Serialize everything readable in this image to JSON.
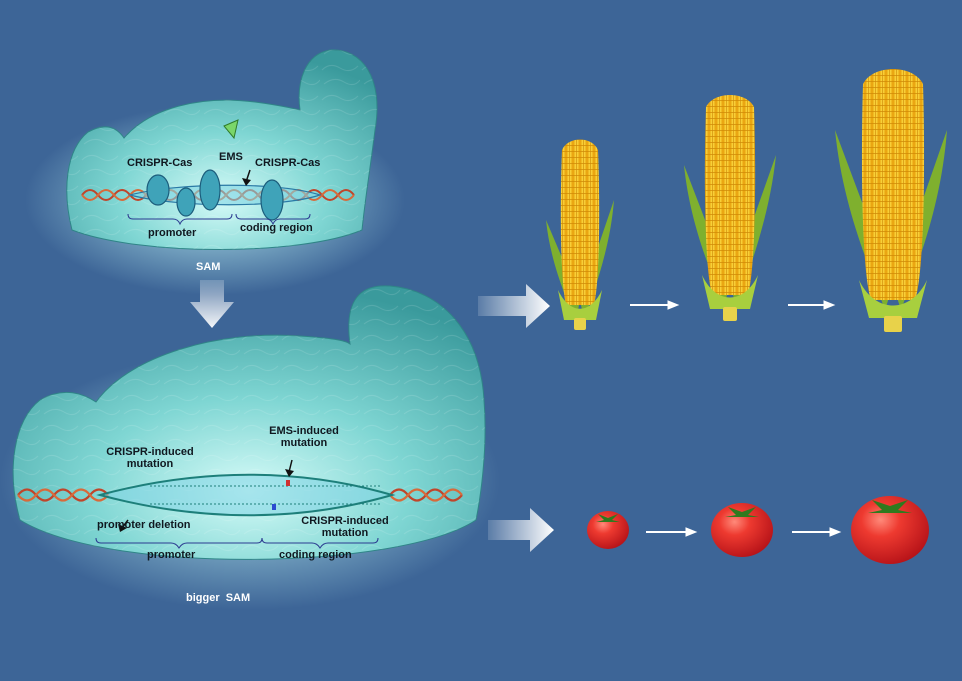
{
  "top_panel": {
    "crispr_cas_left": "CRISPR-Cas",
    "ems": "EMS",
    "crispr_cas_right": "CRISPR-Cas",
    "promoter": "promoter",
    "coding_region": "coding region",
    "caption": "SAM"
  },
  "bottom_panel": {
    "crispr_induced_mutation_top": "CRISPR-induced mutation",
    "ems_induced_mutation": "EMS-induced mutation",
    "promoter_deletion": "promoter deletion",
    "crispr_induced_mutation_bottom": "CRISPR-induced mutation",
    "promoter": "promoter",
    "coding_region": "coding region",
    "caption": "bigger  SAM"
  },
  "colors": {
    "background": "#3d6597",
    "meristem": "#4fa9aa",
    "dna_strand": "#c0452a",
    "corn_kernel": "#f5c518",
    "corn_husk": "#8fbf3a",
    "tomato": "#e0262a",
    "arrow": "#ffffff"
  },
  "icons": [
    "corn-icon",
    "tomato-icon",
    "arrow-icon",
    "crispr-cas-protein-icon",
    "ems-tube-icon"
  ]
}
